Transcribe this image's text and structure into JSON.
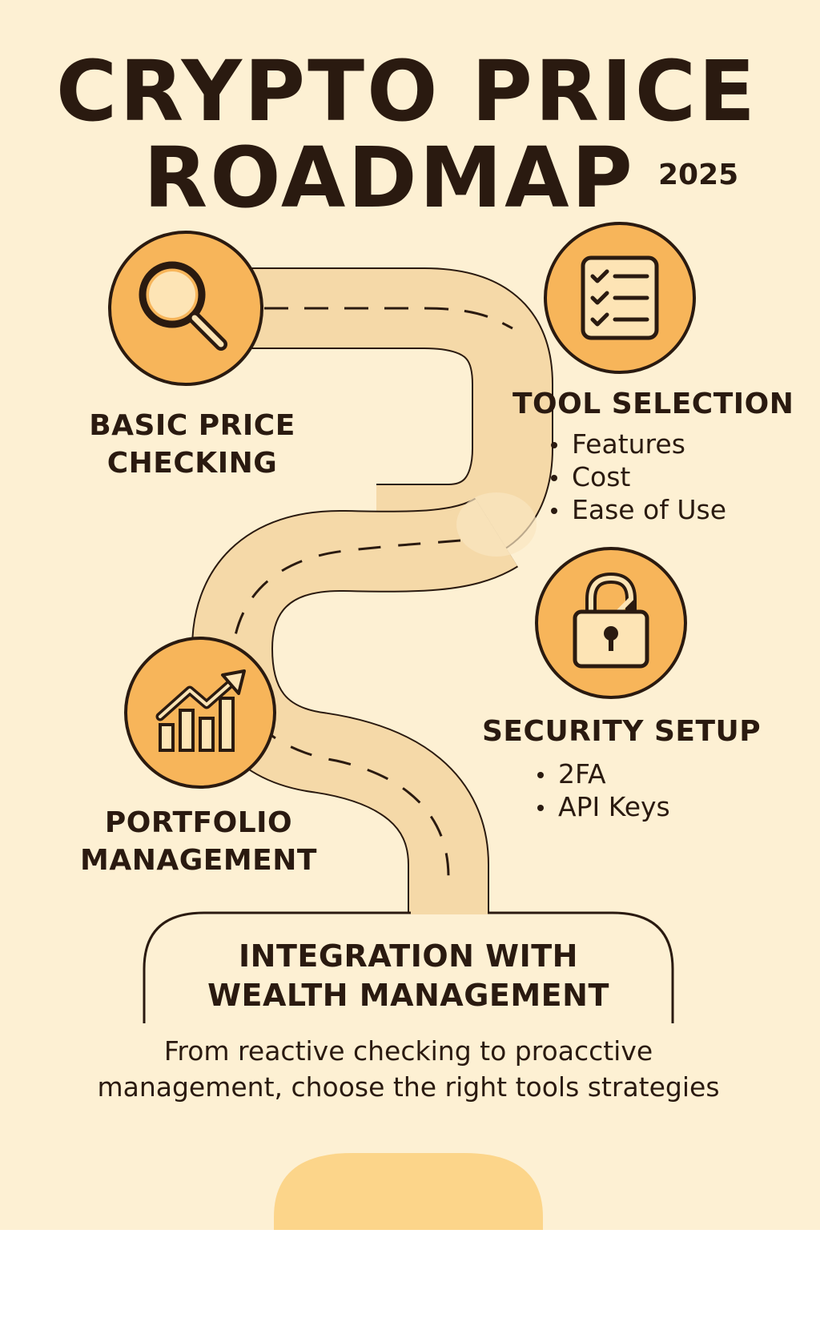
{
  "title": {
    "line1": "CRYPTO PRICE",
    "line2": "ROADMAP",
    "year": "2025"
  },
  "steps": [
    {
      "title_lines": [
        "BASIC PRICE",
        "CHECKING"
      ],
      "icon": "magnifying-glass-icon"
    },
    {
      "title_lines": [
        "TOOL SELECTION"
      ],
      "icon": "checklist-icon",
      "bullets": [
        "Features",
        "Cost",
        "Ease of Use"
      ]
    },
    {
      "title_lines": [
        "SECURITY SETUP"
      ],
      "icon": "padlock-icon",
      "bullets": [
        "2FA",
        "API Keys"
      ]
    },
    {
      "title_lines": [
        "PORTFOLIO",
        "MANAGEMENT"
      ],
      "icon": "growth-chart-icon"
    }
  ],
  "final": {
    "title_lines": [
      "INTEGRATION WITH",
      "WEALTH MANAGEMENT"
    ],
    "tagline_lines": [
      "From reactive checking to proacctive",
      "management, choose the right tools strategies"
    ]
  },
  "colors": {
    "background": "#fdf0d3",
    "road": "#f5d9a8",
    "circle_fill": "#f7b55a",
    "outline": "#2a1a10",
    "bottom_tab": "#fcd58a"
  }
}
